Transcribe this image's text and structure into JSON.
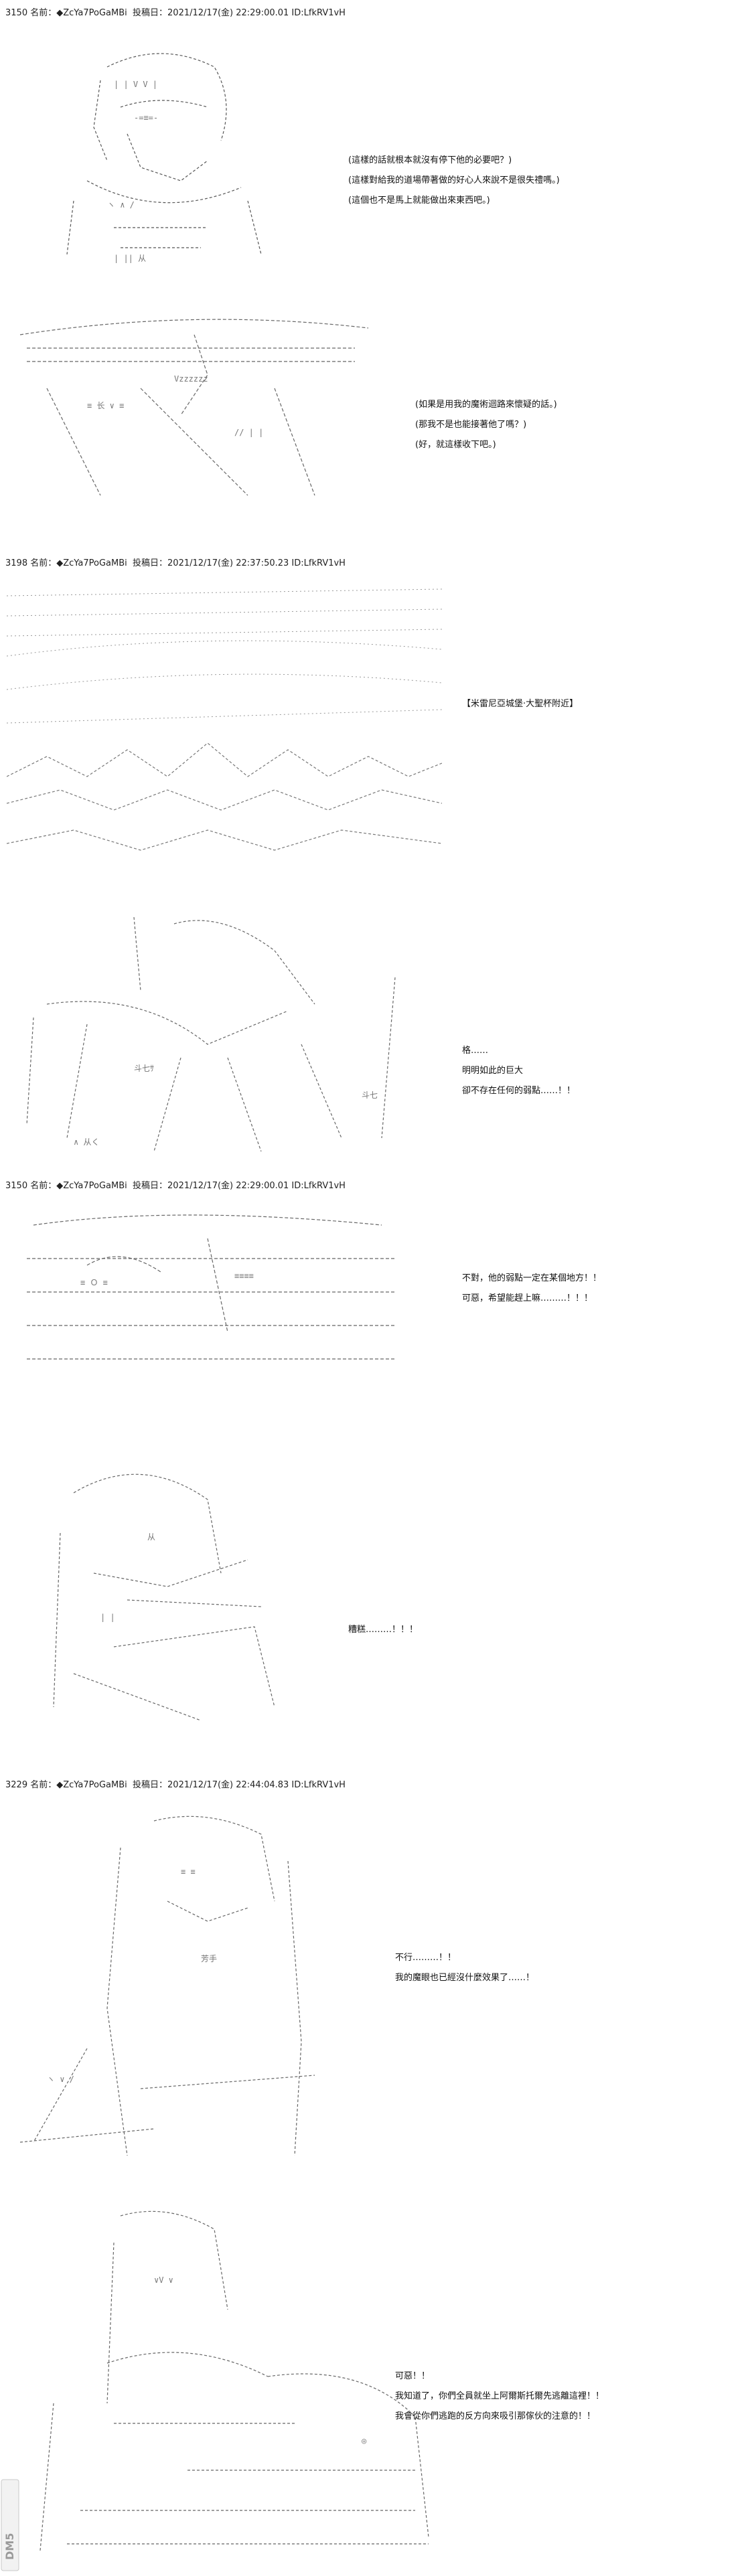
{
  "posts": [
    {
      "header": "3150 名前：◆ZcYa7PoGaMBi ￼ 投稿日：2021/12/17(金) 22:29:00.01 ID:LfkRV1vH",
      "panels": [
        {
          "lines": [
            "(這樣的話就根本就沒有停下他的必要吧？)",
            "(這樣對給我的道場帶著做的好心人來說不是很失禮嗎。)",
            "(這個也不是馬上就能做出來東西吧。)"
          ]
        },
        {
          "lines": [
            "(如果是用我的魔術迴路來懷疑的話。)",
            "(那我不是也能接著他了嗎？)",
            "(好，就這樣收下吧。)"
          ]
        }
      ]
    },
    {
      "header": "3198 名前：◆ZcYa7PoGaMBi ￼ 投稿日：2021/12/17(金) 22:37:50.23 ID:LfkRV1vH",
      "panels": [
        {
          "caption": "【米雷尼亞城堡·大聖杯附近】"
        },
        {
          "lines": [
            "格……",
            "明明如此的巨大",
            "卻不存在任何的弱點……！！"
          ]
        }
      ]
    },
    {
      "header": "3150 名前：◆ZcYa7PoGaMBi ￼ 投稿日：2021/12/17(金) 22:29:00.01 ID:LfkRV1vH",
      "panels": [
        {
          "lines": [
            "不對，他的弱點一定在某個地方！！",
            "可惡，希望能趕上嘛………！！！"
          ]
        },
        {
          "lines": [
            "糟糕………！！！"
          ]
        }
      ]
    },
    {
      "header": "3229 名前：◆ZcYa7PoGaMBi ￼ 投稿日：2021/12/17(金) 22:44:04.83 ID:LfkRV1vH",
      "panels": [
        {
          "lines": [
            "不行………！！",
            "我的魔眼也已經沒什麼效果了……！"
          ]
        },
        {
          "lines": [
            "可惡！！",
            "我知道了，你們全員就坐上阿爾斯托爾先逃離這裡！！",
            "我會從你們逃跑的反方向來吸引那傢伙的注意的！！"
          ]
        }
      ]
    }
  ],
  "watermark": "DM5"
}
